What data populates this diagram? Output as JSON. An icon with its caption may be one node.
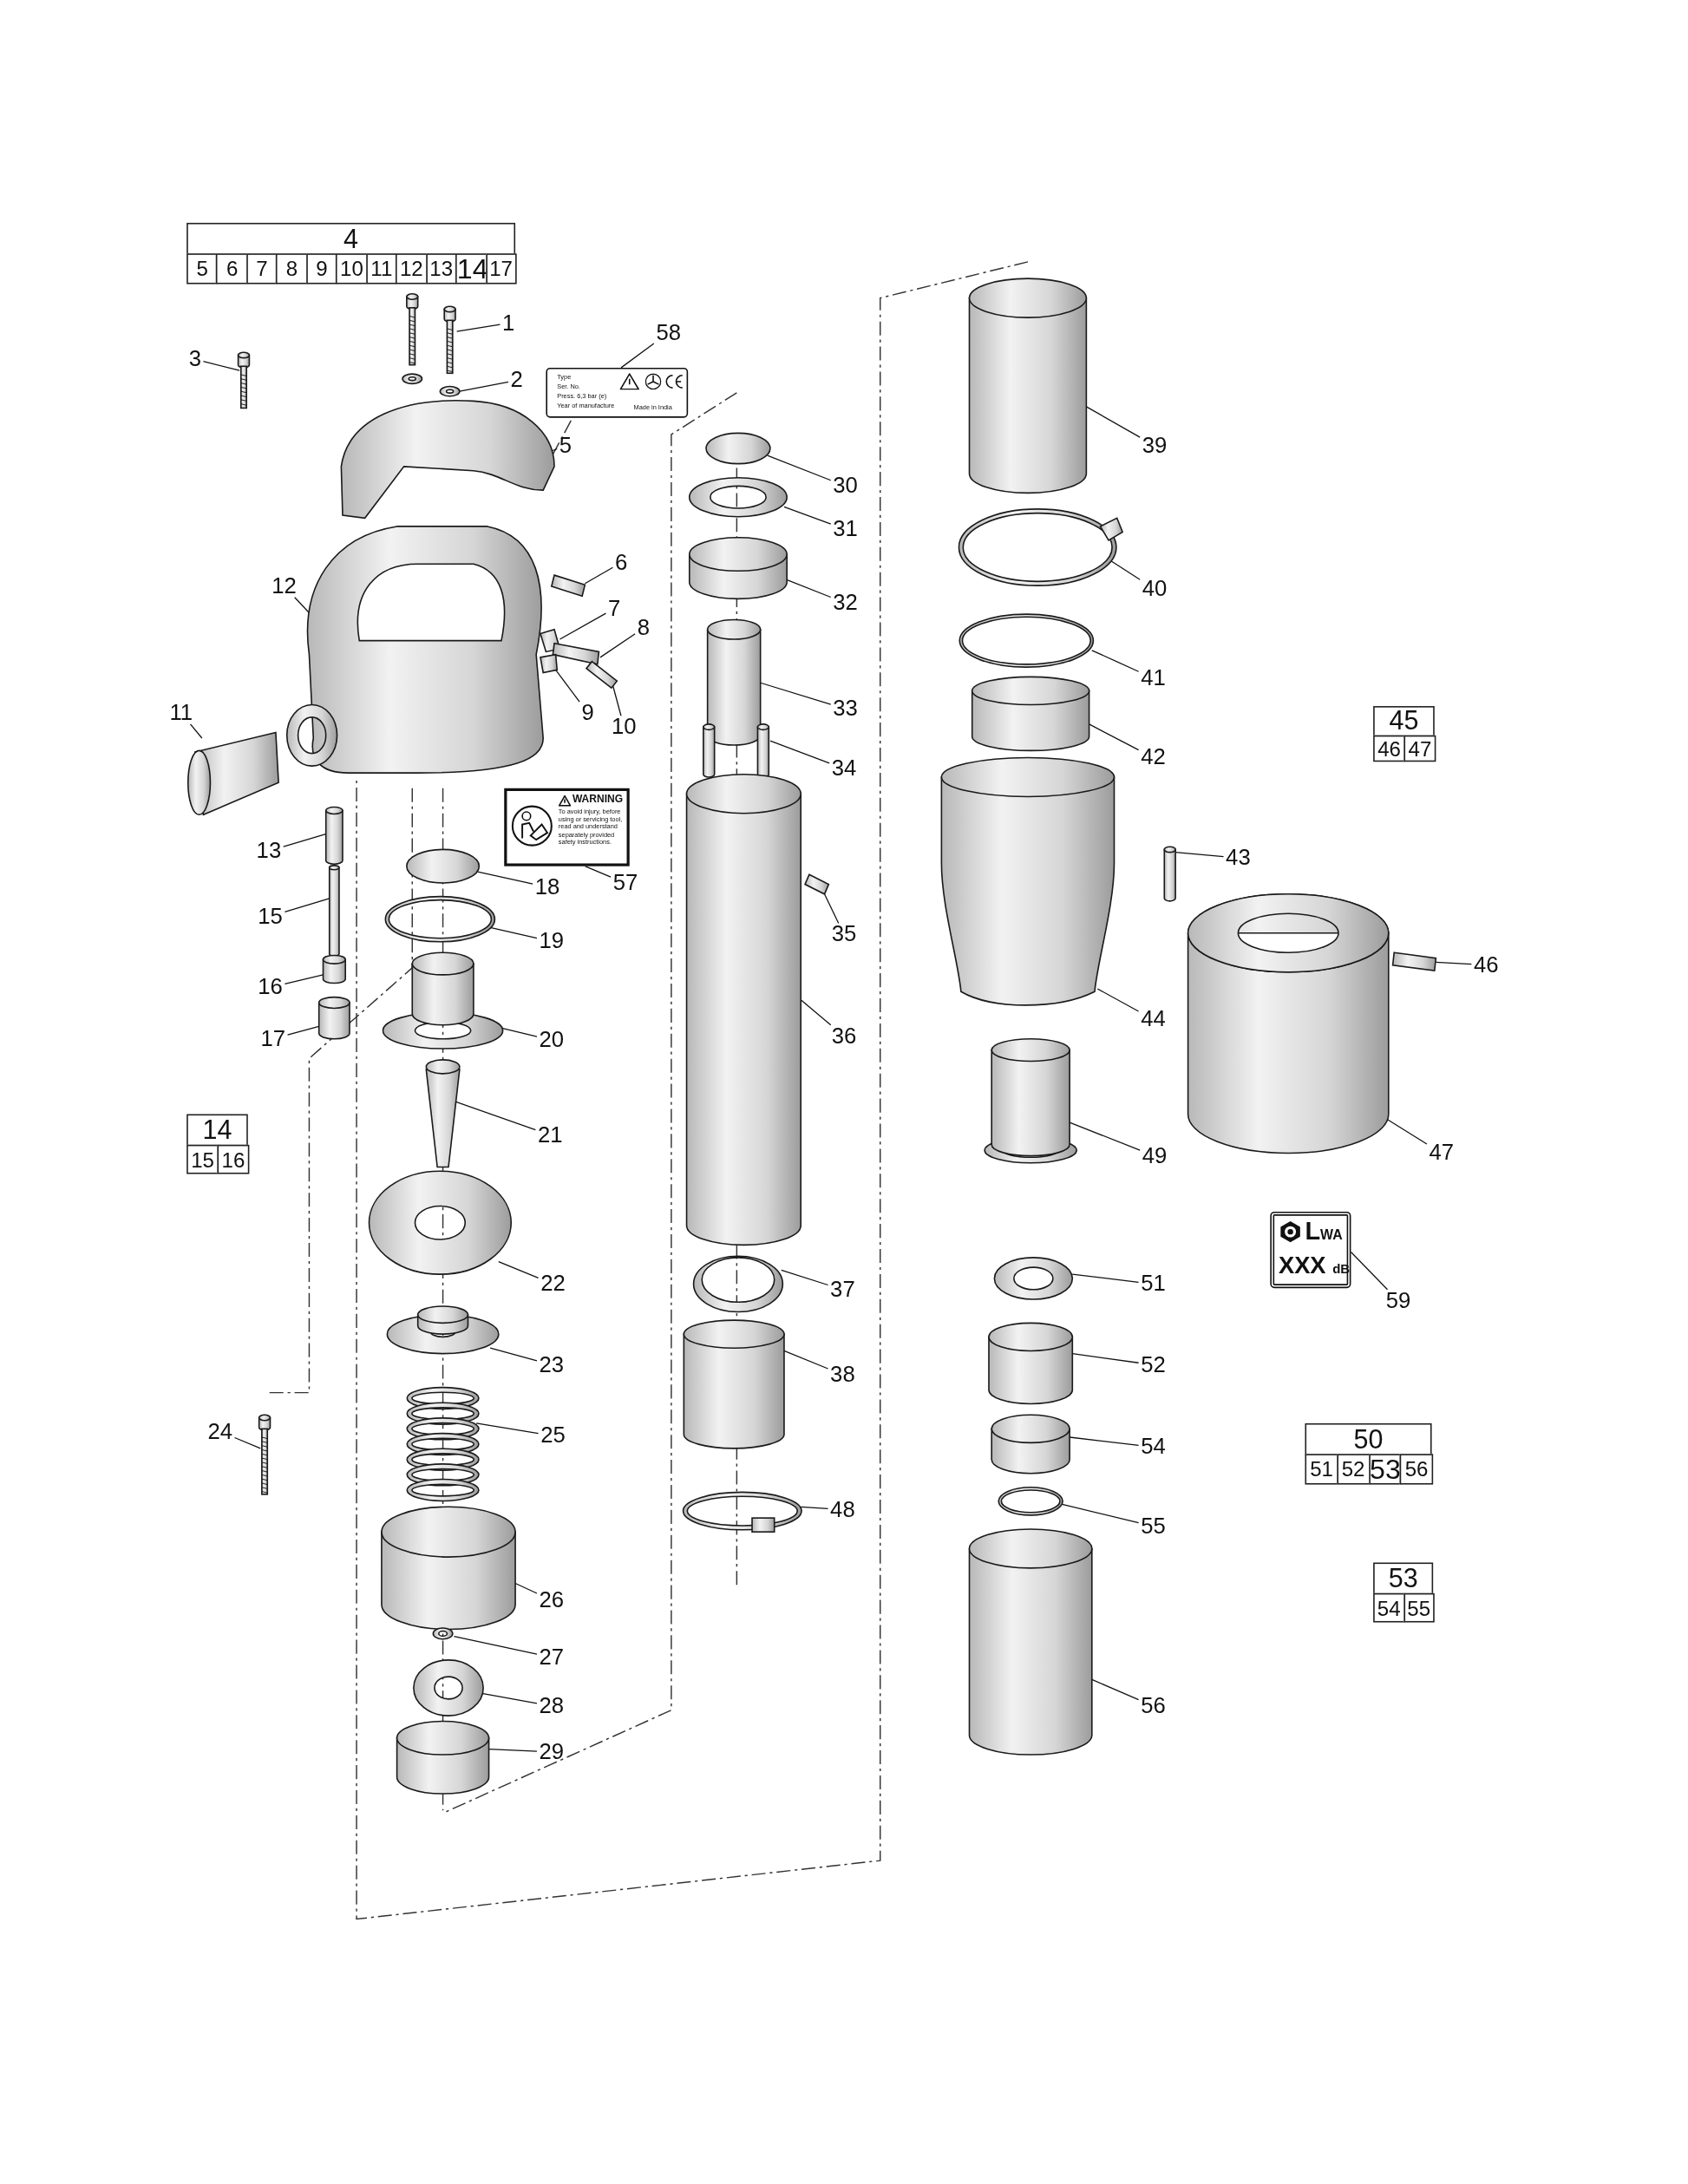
{
  "diagram": {
    "nodes": [
      {
        "text": [
          "1"
        ]
      },
      {
        "text": [],
        "shape": "picture"
      },
      {
        "text": [
          "2"
        ]
      },
      {
        "text": [],
        "shape": "picture"
      },
      {
        "text": [
          "3"
        ]
      },
      {
        "text": [],
        "shape": "picture"
      },
      {
        "text": [
          "5"
        ]
      },
      {
        "text": [],
        "shape": "picture"
      },
      {
        "text": [
          "6"
        ]
      },
      {
        "text": [],
        "shape": "picture"
      },
      {
        "text": [
          "7"
        ]
      },
      {
        "text": [],
        "shape": "picture"
      },
      {
        "text": [
          "8"
        ]
      },
      {
        "text": [],
        "shape": "picture"
      },
      {
        "text": [
          "9"
        ]
      },
      {
        "text": [],
        "shape": "picture"
      },
      {
        "text": [
          "10"
        ]
      },
      {
        "text": [],
        "shape": "picture"
      },
      {
        "text": [
          "11"
        ]
      },
      {
        "text": [],
        "shape": "picture"
      },
      {
        "text": [
          "12"
        ]
      },
      {
        "text": [],
        "shape": "picture"
      },
      {
        "text": [
          "13"
        ]
      },
      {
        "text": [],
        "shape": "picture"
      },
      {
        "text": [
          "15"
        ]
      },
      {
        "text": [],
        "shape": "picture"
      },
      {
        "text": [
          "16"
        ]
      },
      {
        "text": [],
        "shape": "picture"
      },
      {
        "text": [
          "17"
        ]
      },
      {
        "text": [],
        "shape": "picture"
      },
      {
        "text": [
          "18"
        ]
      },
      {
        "text": [],
        "shape": "picture"
      },
      {
        "text": [
          "19"
        ]
      },
      {
        "text": [],
        "shape": "picture"
      },
      {
        "text": [
          "20"
        ]
      },
      {
        "text": [],
        "shape": "picture"
      },
      {
        "text": [
          "21"
        ]
      },
      {
        "text": [],
        "shape": "picture"
      },
      {
        "text": [
          "22"
        ]
      },
      {
        "text": [],
        "shape": "picture"
      },
      {
        "text": [
          "23"
        ]
      },
      {
        "text": [],
        "shape": "picture"
      },
      {
        "text": [
          "24"
        ]
      },
      {
        "text": [],
        "shape": "picture"
      },
      {
        "text": [
          "25"
        ]
      },
      {
        "text": [],
        "shape": "picture"
      },
      {
        "text": [
          "26"
        ]
      },
      {
        "text": [],
        "shape": "picture"
      },
      {
        "text": [
          "27"
        ]
      },
      {
        "text": [],
        "shape": "picture"
      },
      {
        "text": [
          "28"
        ]
      },
      {
        "text": [],
        "shape": "picture"
      },
      {
        "text": [
          "29"
        ]
      },
      {
        "text": [],
        "shape": "picture"
      },
      {
        "text": [
          "30"
        ]
      },
      {
        "text": [],
        "shape": "picture"
      },
      {
        "text": [
          "31"
        ]
      },
      {
        "text": [],
        "shape": "picture"
      },
      {
        "text": [
          "32"
        ]
      },
      {
        "text": [],
        "shape": "picture"
      },
      {
        "text": [
          "33"
        ]
      },
      {
        "text": [],
        "shape": "picture"
      },
      {
        "text": [
          "34"
        ]
      },
      {
        "text": [],
        "shape": "picture"
      },
      {
        "text": [
          "35"
        ]
      },
      {
        "text": [],
        "shape": "picture"
      },
      {
        "text": [
          "36"
        ]
      },
      {
        "text": [],
        "shape": "picture"
      },
      {
        "text": [
          "37"
        ]
      },
      {
        "text": [],
        "shape": "picture"
      },
      {
        "text": [
          "38"
        ]
      },
      {
        "text": [],
        "shape": "picture"
      },
      {
        "text": [
          "39"
        ]
      },
      {
        "text": [],
        "shape": "picture"
      },
      {
        "text": [
          "40"
        ]
      },
      {
        "text": [],
        "shape": "picture"
      },
      {
        "text": [
          "41"
        ]
      },
      {
        "text": [],
        "shape": "picture"
      },
      {
        "text": [
          "42"
        ]
      },
      {
        "text": [],
        "shape": "picture"
      },
      {
        "text": [
          "43"
        ]
      },
      {
        "text": [],
        "shape": "picture"
      },
      {
        "text": [
          "44"
        ]
      },
      {
        "text": [],
        "shape": "picture"
      },
      {
        "text": [
          "46"
        ]
      },
      {
        "text": [],
        "shape": "picture"
      },
      {
        "text": [
          "47"
        ]
      },
      {
        "text": [],
        "shape": "picture"
      },
      {
        "text": [
          "48"
        ]
      },
      {
        "text": [],
        "shape": "picture"
      },
      {
        "text": [
          "49"
        ]
      },
      {
        "text": [],
        "shape": "picture"
      },
      {
        "text": [
          "51"
        ]
      },
      {
        "text": [],
        "shape": "picture"
      },
      {
        "text": [
          "52"
        ]
      },
      {
        "text": [],
        "shape": "picture"
      },
      {
        "text": [
          "54"
        ]
      },
      {
        "text": [],
        "shape": "picture"
      },
      {
        "text": [
          "55"
        ]
      },
      {
        "text": [],
        "shape": "picture"
      },
      {
        "text": [
          "56"
        ]
      },
      {
        "text": [],
        "shape": "picture"
      },
      {
        "text": [
          "57"
        ]
      },
      {
        "text": [
          "WARNING",
          "To avoid injury, before using or servicing tool, read and understand separately provided safety instructions."
        ]
      },
      {
        "text": [
          "58"
        ]
      },
      {
        "text": [
          "Type",
          "Ser. No.",
          "Press. 6,3 bar (e)",
          "Year of manufacture",
          "Made in India"
        ]
      },
      {
        "text": [
          "59"
        ]
      },
      {
        "text": [
          "L$_{WA}$",
          "XXX $_{dB}$"
        ]
      }
    ],
    "edges": [
      {
        "from": 0,
        "to": 1,
        "arrow": "none"
      },
      {
        "from": 2,
        "to": 3,
        "arrow": "none"
      },
      {
        "from": 4,
        "to": 5,
        "arrow": "none"
      },
      {
        "from": 6,
        "to": 7,
        "arrow": "none"
      },
      {
        "from": 8,
        "to": 9,
        "arrow": "none"
      },
      {
        "from": 10,
        "to": 11,
        "arrow": "none"
      },
      {
        "from": 12,
        "to": 13,
        "arrow": "none"
      },
      {
        "from": 14,
        "to": 15,
        "arrow": "none"
      },
      {
        "from": 16,
        "to": 17,
        "arrow": "none"
      },
      {
        "from": 18,
        "to": 19,
        "arrow": "none"
      },
      {
        "from": 20,
        "to": 21,
        "arrow": "none"
      },
      {
        "from": 22,
        "to": 23,
        "arrow": "none"
      },
      {
        "from": 24,
        "to": 25,
        "arrow": "none"
      },
      {
        "from": 26,
        "to": 27,
        "arrow": "none"
      },
      {
        "from": 28,
        "to": 29,
        "arrow": "none"
      },
      {
        "from": 30,
        "to": 31,
        "arrow": "none"
      },
      {
        "from": 32,
        "to": 33,
        "arrow": "none"
      },
      {
        "from": 34,
        "to": 35,
        "arrow": "none"
      },
      {
        "from": 36,
        "to": 37,
        "arrow": "none"
      },
      {
        "from": 38,
        "to": 39,
        "arrow": "none"
      },
      {
        "from": 40,
        "to": 41,
        "arrow": "none"
      },
      {
        "from": 42,
        "to": 43,
        "arrow": "none"
      },
      {
        "from": 44,
        "to": 45,
        "arrow": "none"
      },
      {
        "from": 46,
        "to": 47,
        "arrow": "none"
      },
      {
        "from": 48,
        "to": 49,
        "arrow": "none"
      },
      {
        "from": 50,
        "to": 51,
        "arrow": "none"
      },
      {
        "from": 52,
        "to": 53,
        "arrow": "none"
      },
      {
        "from": 54,
        "to": 55,
        "arrow": "none"
      },
      {
        "from": 56,
        "to": 57,
        "arrow": "none"
      },
      {
        "from": 58,
        "to": 59,
        "arrow": "none"
      },
      {
        "from": 60,
        "to": 61,
        "arrow": "none"
      },
      {
        "from": 62,
        "to": 63,
        "arrow": "none"
      },
      {
        "from": 64,
        "to": 65,
        "arrow": "none"
      },
      {
        "from": 66,
        "to": 67,
        "arrow": "none"
      },
      {
        "from": 68,
        "to": 69,
        "arrow": "none"
      },
      {
        "from": 70,
        "to": 71,
        "arrow": "none"
      },
      {
        "from": 72,
        "to": 73,
        "arrow": "none"
      },
      {
        "from": 74,
        "to": 75,
        "arrow": "none"
      },
      {
        "from": 76,
        "to": 77,
        "arrow": "none"
      },
      {
        "from": 78,
        "to": 79,
        "arrow": "none"
      },
      {
        "from": 80,
        "to": 81,
        "arrow": "none"
      },
      {
        "from": 82,
        "to": 83,
        "arrow": "none"
      },
      {
        "from": 84,
        "to": 85,
        "arrow": "none"
      },
      {
        "from": 86,
        "to": 87,
        "arrow": "none"
      },
      {
        "from": 88,
        "to": 89,
        "arrow": "none"
      },
      {
        "from": 90,
        "to": 91,
        "arrow": "none"
      },
      {
        "from": 92,
        "to": 93,
        "arrow": "none"
      },
      {
        "from": 94,
        "to": 95,
        "arrow": "none"
      },
      {
        "from": 96,
        "to": 97,
        "arrow": "none"
      },
      {
        "from": 98,
        "to": 99,
        "arrow": "none"
      },
      {
        "from": 100,
        "to": 101,
        "arrow": "none"
      },
      {
        "from": 102,
        "to": 103,
        "arrow": "none"
      },
      {
        "from": 104,
        "to": 105,
        "arrow": "none"
      },
      {
        "from": 106,
        "to": 107,
        "arrow": "none"
      }
    ],
    "labels": [
      "4",
      "5",
      "6",
      "7",
      "8",
      "9",
      "10",
      "11",
      "12",
      "13",
      "14",
      "17",
      "45",
      "46",
      "47",
      "14",
      "15",
      "16",
      "50",
      "51",
      "52",
      "53",
      "56",
      "53",
      "54",
      "55"
    ]
  }
}
